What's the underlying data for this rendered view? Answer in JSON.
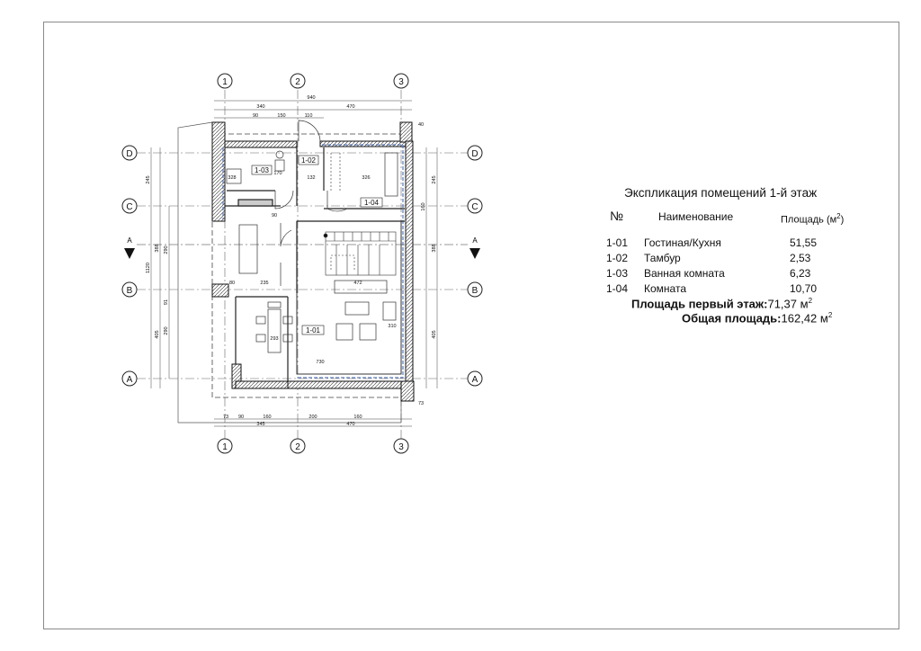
{
  "axes": {
    "vertical": [
      "1",
      "2",
      "3"
    ],
    "horizontal": [
      "D",
      "C",
      "B",
      "A"
    ]
  },
  "section_mark": "A",
  "rooms": [
    {
      "id": "1-01"
    },
    {
      "id": "1-02"
    },
    {
      "id": "1-03"
    },
    {
      "id": "1-04"
    }
  ],
  "dimensions": {
    "top_overall": "940",
    "top_segments": [
      "340",
      "470"
    ],
    "top_small": [
      "90",
      "150",
      "110"
    ],
    "top_right": "40",
    "bottom_segments": [
      "90",
      "160",
      "200",
      "160"
    ],
    "bottom_left": "73",
    "bottom_totals": [
      "345",
      "470"
    ],
    "bottom_right": "73",
    "left_chain": [
      "245",
      "388",
      "1120",
      "290",
      "91",
      "290",
      "405"
    ],
    "right_chain": [
      "245",
      "160",
      "388",
      "405"
    ],
    "interior": [
      "328",
      "170",
      "132",
      "326",
      "90",
      "80",
      "235",
      "472",
      "293",
      "730",
      "310"
    ]
  },
  "explication": {
    "title": "Экспликация помещений 1-й этаж",
    "col_num": "№",
    "col_name": "Наименование",
    "col_area": "Площадь (м",
    "col_area_sup": "2",
    "col_area_end": ")",
    "rows": [
      {
        "num": "1-01",
        "name": "Гостиная/Кухня",
        "area": "51,55"
      },
      {
        "num": "1-02",
        "name": "Тамбур",
        "area": "2,53"
      },
      {
        "num": "1-03",
        "name": "Ванная комната",
        "area": "6,23"
      },
      {
        "num": "1-04",
        "name": "Комната",
        "area": "10,70"
      }
    ],
    "total_floor_label": "Площадь первый этаж:",
    "total_floor_value": "71,37 м",
    "total_all_label": "Общая площадь:",
    "total_all_value": "162,42 м",
    "sup": "2"
  }
}
